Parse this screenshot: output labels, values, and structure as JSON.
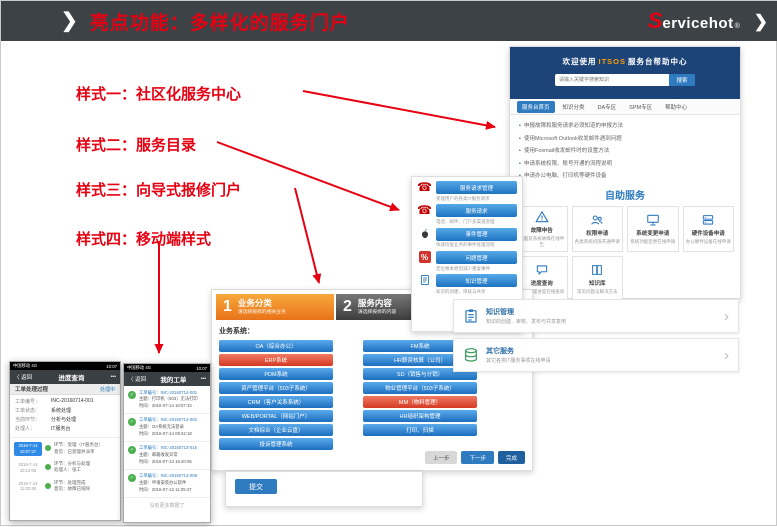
{
  "header": {
    "chevron": "❯",
    "title": "亮点功能：多样化的服务门户",
    "logo_s": "S",
    "logo_rest": "ervicehot",
    "logo_reg": "®"
  },
  "labels": {
    "style1": "样式一：社区化服务中心",
    "style2": "样式二：服务目录",
    "style3": "样式三：向导式报修门户",
    "style4": "样式四：移动端样式"
  },
  "colors": {
    "accent_red": "#e60012",
    "primary_blue": "#2e7bbf",
    "step_orange": "#e8731a",
    "success_green": "#4caf50"
  },
  "portal": {
    "banner_pre": "欢迎使用",
    "banner_brand": "ITSOS",
    "banner_post": "服务台帮助中心",
    "search_placeholder": "请输入关键字搜索知识",
    "search_button": "搜索",
    "tabs": [
      "服务台首页",
      "知识分类",
      "DA专区",
      "SPM专区",
      "帮助中心"
    ],
    "links": [
      "申报故障和服务请求必须知道的申报方法",
      "使用Microsoft Outlook收发邮件遇到问题",
      "使用Foxmail收发邮件时的设置方法",
      "申请系统权限、账号开通的流程说明",
      "申请办公电脑、打印机等硬件设备"
    ],
    "self_service_title": "自助服务",
    "cards": [
      {
        "label": "故障申告",
        "desc": "电脑及系统故障在线申告"
      },
      {
        "label": "权限申请",
        "desc": "各类系统权限开通申请"
      },
      {
        "label": "系统变更申请",
        "desc": "系统功能变更在线申请"
      },
      {
        "label": "硬件设备申请",
        "desc": "办公硬件设备在线申请"
      },
      {
        "label": "进度查询",
        "desc": "工单处理进度在线查询"
      },
      {
        "label": "知识库",
        "desc": "常见问题与解决方法"
      }
    ]
  },
  "catalog": {
    "rows": [
      {
        "label": "服务请求管理",
        "desc": "受理用户的各类IT服务请求"
      },
      {
        "label": "服务请求",
        "desc": "电话、邮件、门户多渠道受理"
      },
      {
        "label": "事件管理",
        "desc": "快速恢复业务的事件处理流程"
      },
      {
        "label": "问题管理",
        "desc": "定位根本原因减少重复事件"
      },
      {
        "label": "知识管理",
        "desc": "知识的创建、审核与共享"
      }
    ],
    "wide_rows": [
      {
        "title": "知识管理",
        "desc": "知识的创建、审核、发布与共享复用"
      },
      {
        "title": "其它服务",
        "desc": "其它各类IT服务事项在线申请"
      }
    ],
    "chevron": "›"
  },
  "wizard": {
    "step1_num": "1",
    "step1_title": "业务分类",
    "step1_sub": "请选择报修的相关业务",
    "step2_num": "2",
    "step2_title": "服务内容",
    "step2_sub": "请选择报修的内容",
    "section_label": "业务系统：",
    "left_buttons": [
      {
        "label": "OA（综合办公）",
        "highlight": false
      },
      {
        "label": "ERP系统",
        "highlight": true
      },
      {
        "label": "PDM系统",
        "highlight": false
      },
      {
        "label": "资产管理平台（503子系统）",
        "highlight": false
      },
      {
        "label": "CRM（客户关系系统）",
        "highlight": false
      },
      {
        "label": "WEB/PORTAL（网站门户）",
        "highlight": false
      },
      {
        "label": "文档综合（企业云盘）",
        "highlight": false
      },
      {
        "label": "投诉管理系统",
        "highlight": false
      }
    ],
    "right_buttons": [
      {
        "label": "FM系统",
        "highlight": false
      },
      {
        "label": "HR薪资核算（公司）",
        "highlight": false
      },
      {
        "label": "SD（销售与分销）",
        "highlight": false
      },
      {
        "label": "物业管理平台（503子系统）",
        "highlight": false
      },
      {
        "label": "MM（物料管理）",
        "highlight": true
      },
      {
        "label": "HR组织架构管理",
        "highlight": false
      },
      {
        "label": "打印、扫描",
        "highlight": false
      }
    ],
    "prev": "上一步",
    "next": "下一步",
    "done": "完成",
    "submit": "提交"
  },
  "mobile_progress": {
    "status_left": "中国移动 4G",
    "status_right": "10:07",
    "back": "〈 返回",
    "title": "进度查询",
    "menu": "•••",
    "subheader": "工单处理过程",
    "subheader_right": "处理中",
    "info": [
      {
        "k": "工单编号：",
        "v": "INC-20160714-001"
      },
      {
        "k": "工单状态：",
        "v": "系统处理"
      },
      {
        "k": "当前环节：",
        "v": "分析与处理"
      },
      {
        "k": "处理人：",
        "v": "IT服务台"
      }
    ],
    "timeline": [
      {
        "date": "2016-7-14",
        "time": "10:07:37",
        "l1": "环节：受理（IT服务台）",
        "l2": "意见：已受理并派单"
      },
      {
        "date": "2016-7-14",
        "time": "10:12:05",
        "l1": "环节：分析与处理",
        "l2": "处理人：张工"
      },
      {
        "date": "2016-7-14",
        "time": "11:02:48",
        "l1": "环节：处理完成",
        "l2": "意见：故障已排除"
      }
    ]
  },
  "mobile_orders": {
    "status_left": "中国移动 4G",
    "status_right": "10:07",
    "back": "〈 返回",
    "title": "我的工单",
    "menu": "•••",
    "items": [
      {
        "no": "工单编号：INC-20160714-001",
        "subject": "主题：打印机（503）无法打印",
        "time": "时间：2016-07-14 10:07:32"
      },
      {
        "no": "工单编号：INC-20160714-002",
        "subject": "主题：OA系统无法登录",
        "time": "时间：2016-07-14 09:42:18"
      },
      {
        "no": "工单编号：INC-20160713-015",
        "subject": "主题：邮箱收发异常",
        "time": "时间：2016-07-13 16:20:05"
      },
      {
        "no": "工单编号：INC-20160713-009",
        "subject": "主题：申请安装办公软件",
        "time": "时间：2016-07-13 11:05:47"
      }
    ],
    "footer": "没有更多数据了"
  }
}
